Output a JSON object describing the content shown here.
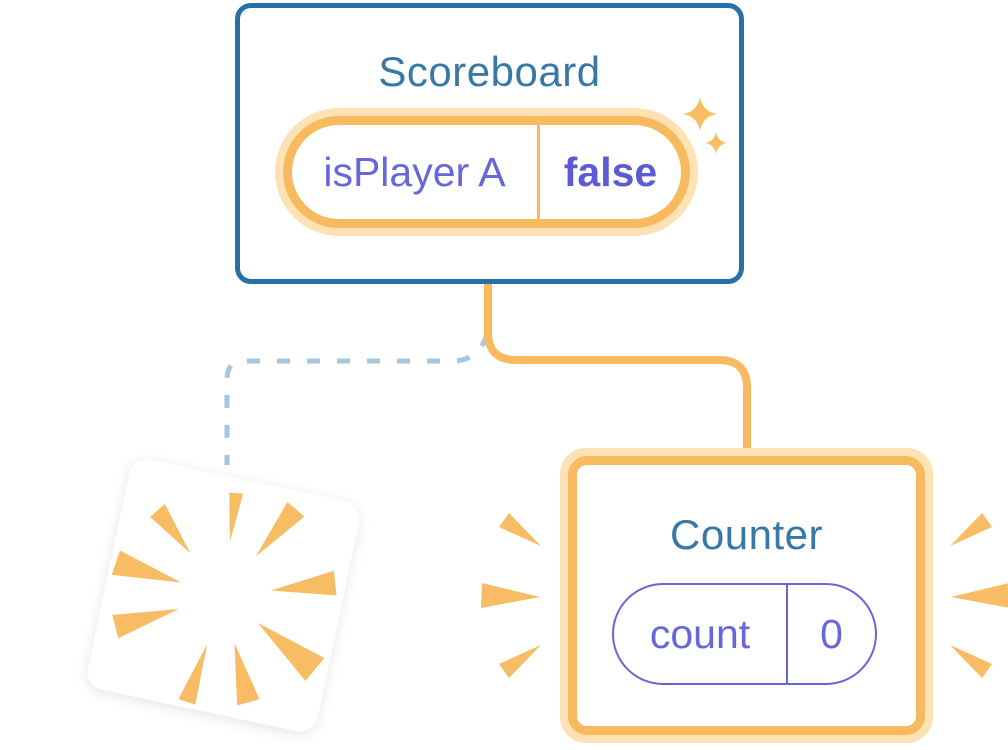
{
  "scoreboard": {
    "title": "Scoreboard",
    "state": {
      "key": "isPlayer A",
      "value": "false"
    }
  },
  "counter": {
    "title": "Counter",
    "state": {
      "key": "count",
      "value": "0"
    }
  },
  "icons": {
    "sparkles": "sparkles-icon",
    "poof_burst": "poof-burst-icon",
    "emphasis_rays": "emphasis-rays-icon"
  },
  "colors": {
    "card_border_blue": "#2570A6",
    "title_blue": "#3878A6",
    "orange_main": "#F8BA5E",
    "orange_halo": "#FCE2B4",
    "orange_rays": "#F8BC64",
    "purple_text": "#6767D9",
    "purple_bold": "#5B5BD3",
    "dashed_line_blue": "#A7C5DE",
    "background": "#ffffff"
  }
}
